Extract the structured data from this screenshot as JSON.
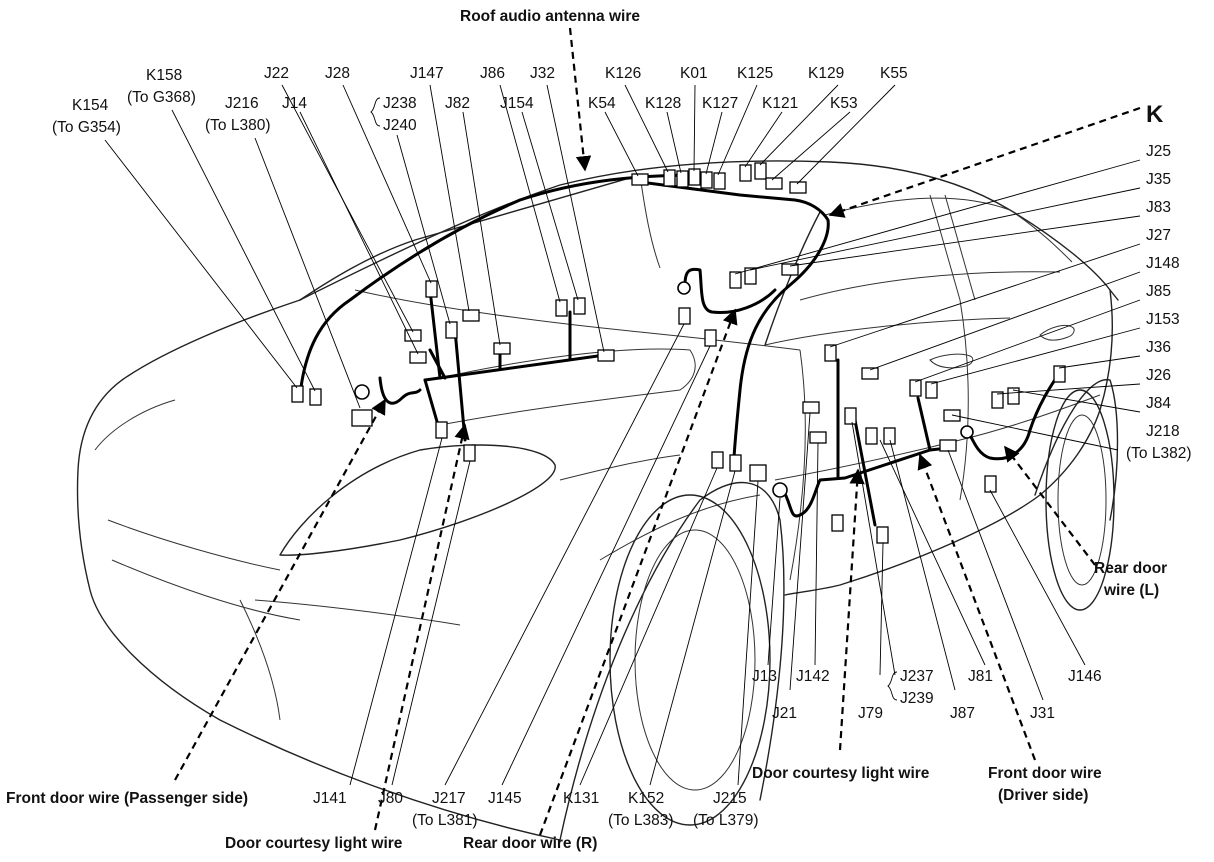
{
  "callout_letter": "K",
  "wires": [
    {
      "id": "roof",
      "text": "Roof audio antenna wire"
    },
    {
      "id": "fd_pass",
      "text": "Front door wire (Passenger side)"
    },
    {
      "id": "dcl_left",
      "text": "Door courtesy light wire"
    },
    {
      "id": "rdw_r",
      "text": "Rear door wire (R)"
    },
    {
      "id": "dcl_right",
      "text": "Door courtesy light wire"
    },
    {
      "id": "fd_drv_1",
      "text": "Front door wire"
    },
    {
      "id": "fd_drv_2",
      "text": "(Driver side)"
    },
    {
      "id": "rdw_l_1",
      "text": "Rear door"
    },
    {
      "id": "rdw_l_2",
      "text": "wire (L)"
    }
  ],
  "labels": [
    {
      "id": "K154",
      "text": "K154"
    },
    {
      "id": "K154s",
      "text": "(To G354)"
    },
    {
      "id": "K158",
      "text": "K158"
    },
    {
      "id": "K158s",
      "text": "(To G368)"
    },
    {
      "id": "J216",
      "text": "J216"
    },
    {
      "id": "J216s",
      "text": "(To L380)"
    },
    {
      "id": "J22",
      "text": "J22"
    },
    {
      "id": "J14",
      "text": "J14"
    },
    {
      "id": "J28",
      "text": "J28"
    },
    {
      "id": "J238",
      "text": "J238"
    },
    {
      "id": "J240",
      "text": "J240"
    },
    {
      "id": "J147",
      "text": "J147"
    },
    {
      "id": "J82",
      "text": "J82"
    },
    {
      "id": "J86",
      "text": "J86"
    },
    {
      "id": "J154",
      "text": "J154"
    },
    {
      "id": "J32",
      "text": "J32"
    },
    {
      "id": "K54",
      "text": "K54"
    },
    {
      "id": "K126",
      "text": "K126"
    },
    {
      "id": "K128",
      "text": "K128"
    },
    {
      "id": "K01",
      "text": "K01"
    },
    {
      "id": "K127",
      "text": "K127"
    },
    {
      "id": "K125",
      "text": "K125"
    },
    {
      "id": "K121",
      "text": "K121"
    },
    {
      "id": "K129",
      "text": "K129"
    },
    {
      "id": "K53",
      "text": "K53"
    },
    {
      "id": "K55",
      "text": "K55"
    },
    {
      "id": "J25",
      "text": "J25"
    },
    {
      "id": "J35",
      "text": "J35"
    },
    {
      "id": "J83",
      "text": "J83"
    },
    {
      "id": "J27",
      "text": "J27"
    },
    {
      "id": "J148",
      "text": "J148"
    },
    {
      "id": "J85",
      "text": "J85"
    },
    {
      "id": "J153",
      "text": "J153"
    },
    {
      "id": "J36",
      "text": "J36"
    },
    {
      "id": "J26",
      "text": "J26"
    },
    {
      "id": "J84",
      "text": "J84"
    },
    {
      "id": "J218",
      "text": "J218"
    },
    {
      "id": "J218s",
      "text": "(To L382)"
    },
    {
      "id": "J146",
      "text": "J146"
    },
    {
      "id": "J81",
      "text": "J81"
    },
    {
      "id": "J31",
      "text": "J31"
    },
    {
      "id": "J87",
      "text": "J87"
    },
    {
      "id": "J237",
      "text": "J237"
    },
    {
      "id": "J239",
      "text": "J239"
    },
    {
      "id": "J79",
      "text": "J79"
    },
    {
      "id": "J142",
      "text": "J142"
    },
    {
      "id": "J13",
      "text": "J13"
    },
    {
      "id": "J21",
      "text": "J21"
    },
    {
      "id": "J141",
      "text": "J141"
    },
    {
      "id": "J80",
      "text": "J80"
    },
    {
      "id": "J217",
      "text": "J217"
    },
    {
      "id": "J217s",
      "text": "(To L381)"
    },
    {
      "id": "J145",
      "text": "J145"
    },
    {
      "id": "K131",
      "text": "K131"
    },
    {
      "id": "K152",
      "text": "K152"
    },
    {
      "id": "K152s",
      "text": "(To L383)"
    },
    {
      "id": "J215",
      "text": "J215"
    },
    {
      "id": "J215s",
      "text": "(To L379)"
    }
  ]
}
